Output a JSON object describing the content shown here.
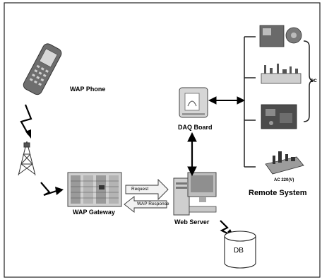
{
  "labels": {
    "wap_phone": "WAP Phone",
    "wap_gateway": "WAP Gateway",
    "web_server": "Web Server",
    "daq_board": "DAQ Board",
    "remote_system": "Remote System",
    "ac_voltage": "AC 220(V)",
    "dc": "DC",
    "db": "DB",
    "request": "Request",
    "wap_response": "WAP Response"
  }
}
